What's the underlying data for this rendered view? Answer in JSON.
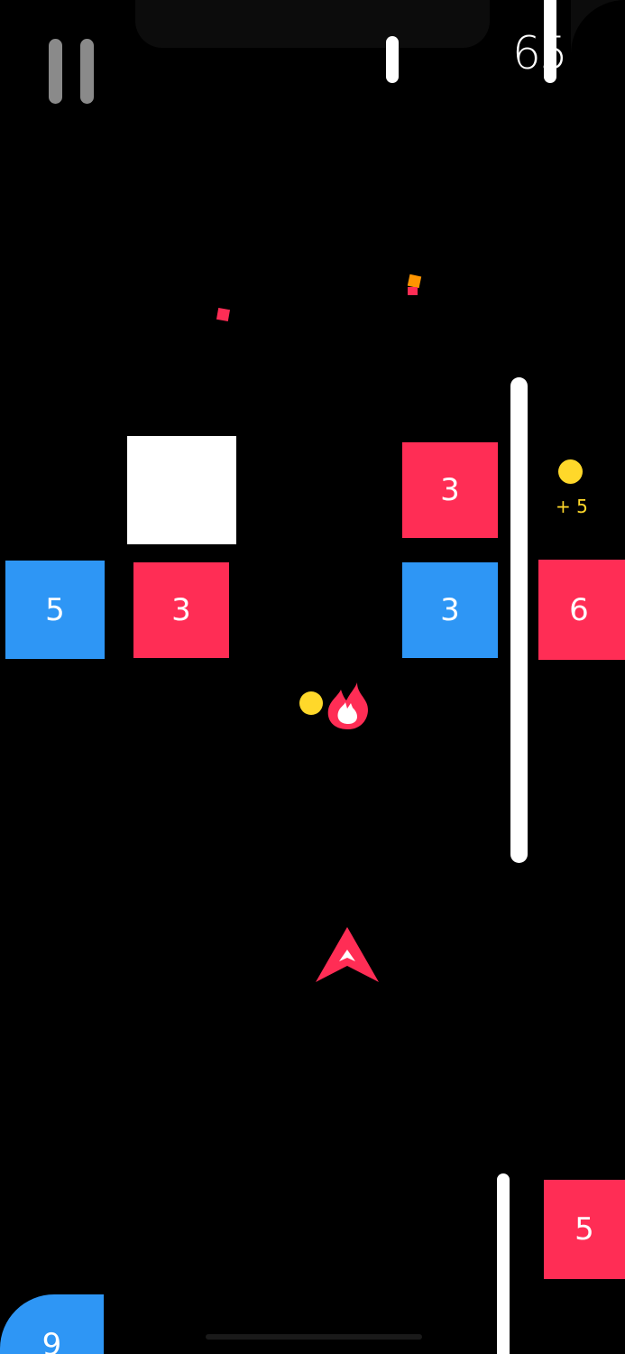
{
  "hud": {
    "score": "65",
    "pause_icon": "pause-icon"
  },
  "blocks": [
    {
      "value": "",
      "color": "#FFFFFF"
    },
    {
      "value": "3",
      "color": "#FF2D55"
    },
    {
      "value": "5",
      "color": "#2E96F5"
    },
    {
      "value": "3",
      "color": "#FF2D55"
    },
    {
      "value": "3",
      "color": "#2E96F5"
    },
    {
      "value": "6",
      "color": "#FF2D55"
    },
    {
      "value": "5",
      "color": "#FF2D55"
    },
    {
      "value": "9",
      "color": "#2E96F5"
    }
  ],
  "bonus": {
    "label": "+ 5"
  },
  "colors": {
    "red": "#FF2D55",
    "blue": "#2E96F5",
    "coin": "#FFD82A",
    "wall": "#FFFFFF"
  },
  "icons": {
    "powerup": "fire-icon",
    "player": "arrow-ship-icon"
  }
}
